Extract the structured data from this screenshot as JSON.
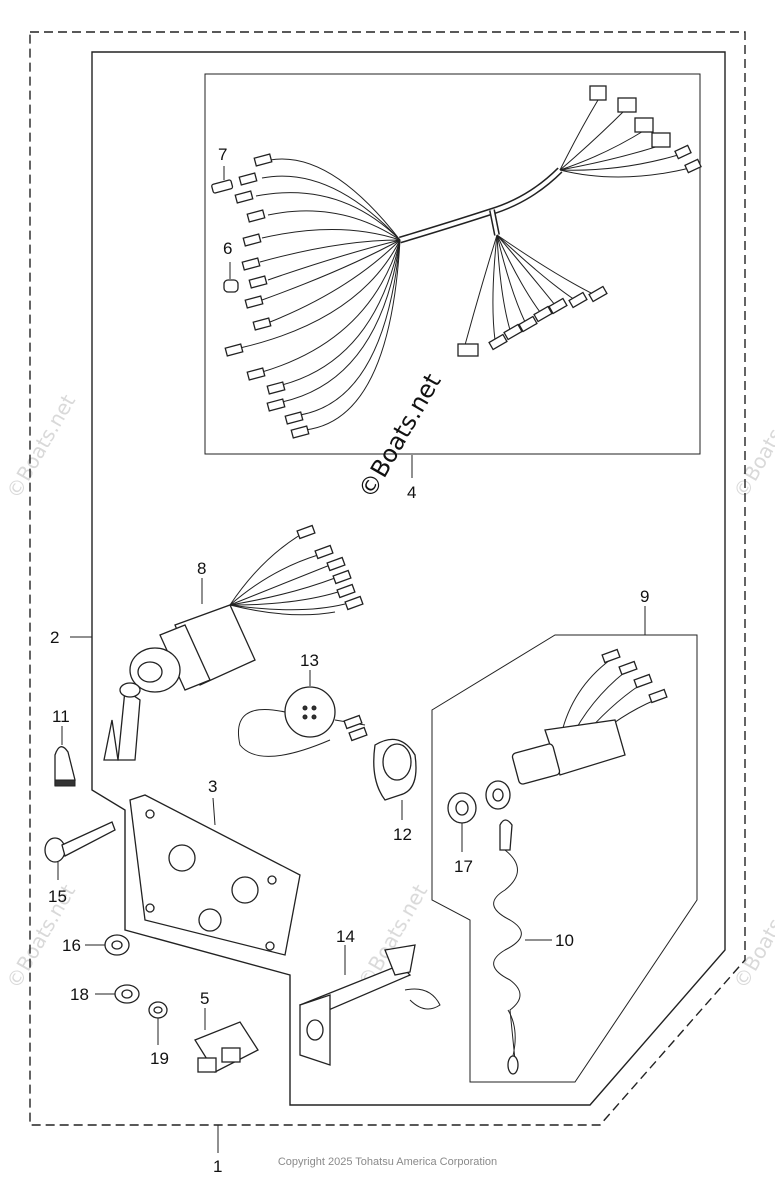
{
  "diagram": {
    "callouts": [
      {
        "id": "1",
        "label": "1"
      },
      {
        "id": "2",
        "label": "2"
      },
      {
        "id": "3",
        "label": "3"
      },
      {
        "id": "4",
        "label": "4"
      },
      {
        "id": "5",
        "label": "5"
      },
      {
        "id": "6",
        "label": "6"
      },
      {
        "id": "7",
        "label": "7"
      },
      {
        "id": "8",
        "label": "8"
      },
      {
        "id": "9",
        "label": "9"
      },
      {
        "id": "10",
        "label": "10"
      },
      {
        "id": "11",
        "label": "11"
      },
      {
        "id": "12",
        "label": "12"
      },
      {
        "id": "13",
        "label": "13"
      },
      {
        "id": "14",
        "label": "14"
      },
      {
        "id": "15",
        "label": "15"
      },
      {
        "id": "16",
        "label": "16"
      },
      {
        "id": "17",
        "label": "17"
      },
      {
        "id": "18",
        "label": "18"
      },
      {
        "id": "19",
        "label": "19"
      }
    ],
    "watermark_center": "©Boats.net",
    "watermark_faint": "©Boats.net",
    "copyright": "Copyright 2025 Tohatsu America Corporation"
  }
}
